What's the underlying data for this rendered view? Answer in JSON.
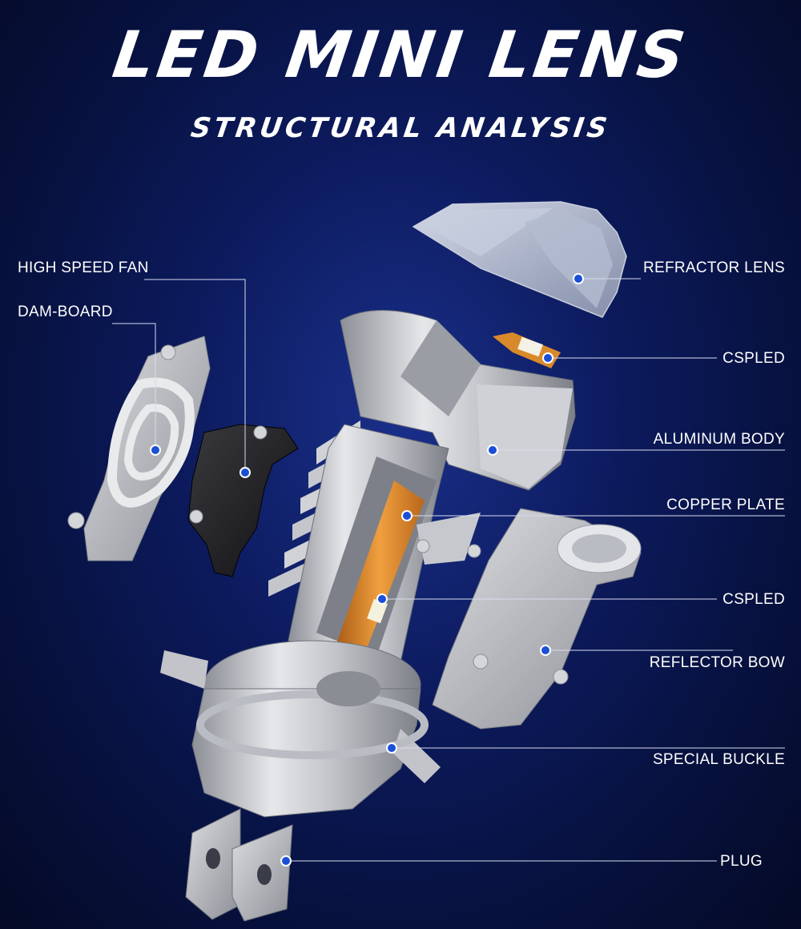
{
  "header": {
    "title": "LED MINI LENS",
    "subtitle": "STRUCTURAL ANALYSIS"
  },
  "labels": {
    "high_speed_fan": "HIGH SPEED FAN",
    "dam_board": "DAM-BOARD",
    "refractor_lens": "REFRACTOR LENS",
    "cspled_top": "CSPLED",
    "aluminum_body": "ALUMINUM BODY",
    "copper_plate": "COPPER PLATE",
    "cspled_bottom": "CSPLED",
    "reflector_bow": "REFLECTOR BOW",
    "special_buckle": "SPECIAL BUCKLE",
    "plug": "PLUG"
  },
  "colors": {
    "background": "#0c1a5c",
    "callout_dot": "#1a4fd6",
    "callout_line": "#d8dcef",
    "text": "#ffffff"
  }
}
